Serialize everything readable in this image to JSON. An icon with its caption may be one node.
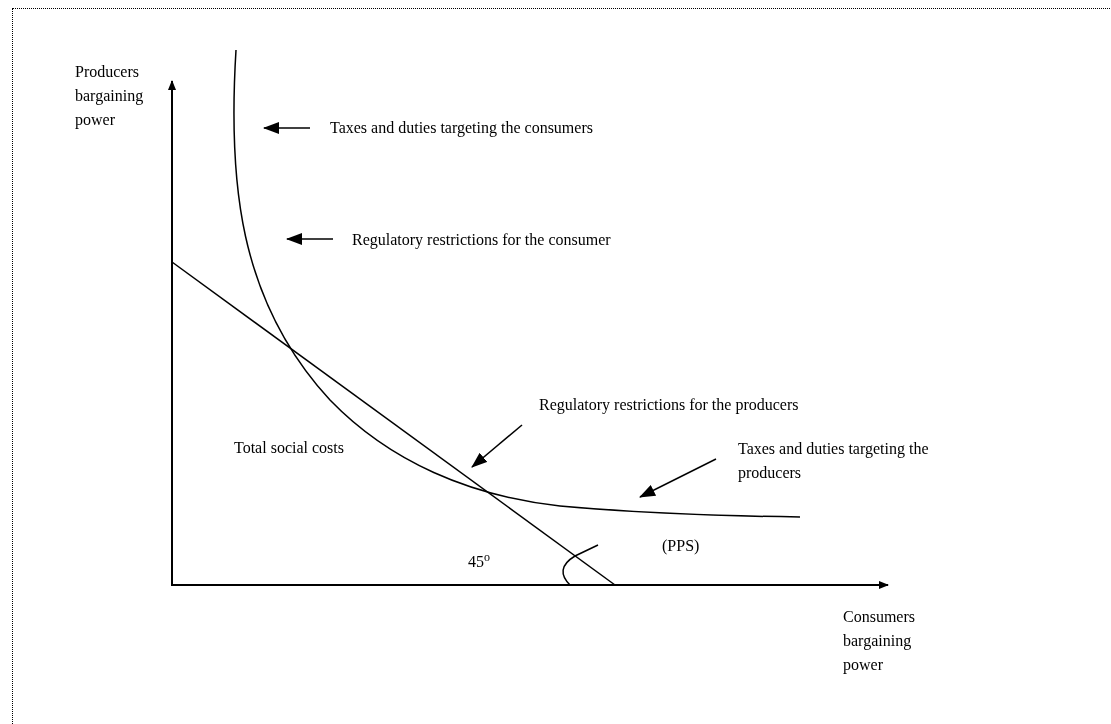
{
  "diagram": {
    "nodes": [
      {
        "text": [
          "Taxes and duties targeting the consumers"
        ]
      },
      {
        "text": [
          "Regulatory restrictions for the consumer"
        ]
      },
      {
        "text": [
          "Regulatory restrictions for the producers"
        ]
      },
      {
        "text": [
          "Taxes and duties targeting the producers"
        ]
      }
    ],
    "edges": [
      {
        "from": 0,
        "to": null,
        "arrow": "to"
      },
      {
        "from": 1,
        "to": null,
        "arrow": "to"
      },
      {
        "from": 2,
        "to": null,
        "arrow": "to"
      },
      {
        "from": 3,
        "to": null,
        "arrow": "to"
      }
    ],
    "labels": [
      "Producers bargaining power",
      "Total social costs",
      "45$^{o}$",
      "(PPS)",
      "Consumers bargaining power"
    ]
  }
}
